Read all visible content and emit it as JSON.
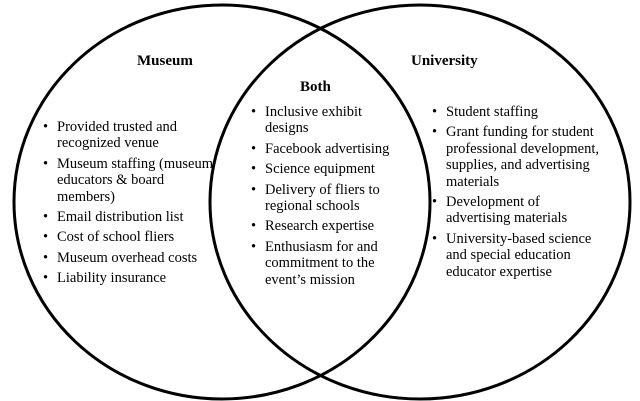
{
  "museum": {
    "title": "Museum",
    "items": [
      "Provided trusted and recognized venue",
      "Museum staffing (museum educators & board members)",
      "Email distribution list",
      "Cost of school fliers",
      "Museum overhead costs",
      "Liability insurance"
    ]
  },
  "both": {
    "title": "Both",
    "items": [
      "Inclusive exhibit designs",
      "Facebook advertising",
      "Science equipment",
      "Delivery of fliers to regional schools",
      "Research expertise",
      "Enthusiasm for and commitment to the event’s mission"
    ]
  },
  "university": {
    "title": "University",
    "items": [
      "Student staffing",
      "Grant funding for student professional development, supplies, and advertising materials",
      "Development of advertising materials",
      "University-based science and special education educator expertise"
    ]
  },
  "colors": {
    "outline": "#000000",
    "background": "#ffffff"
  }
}
